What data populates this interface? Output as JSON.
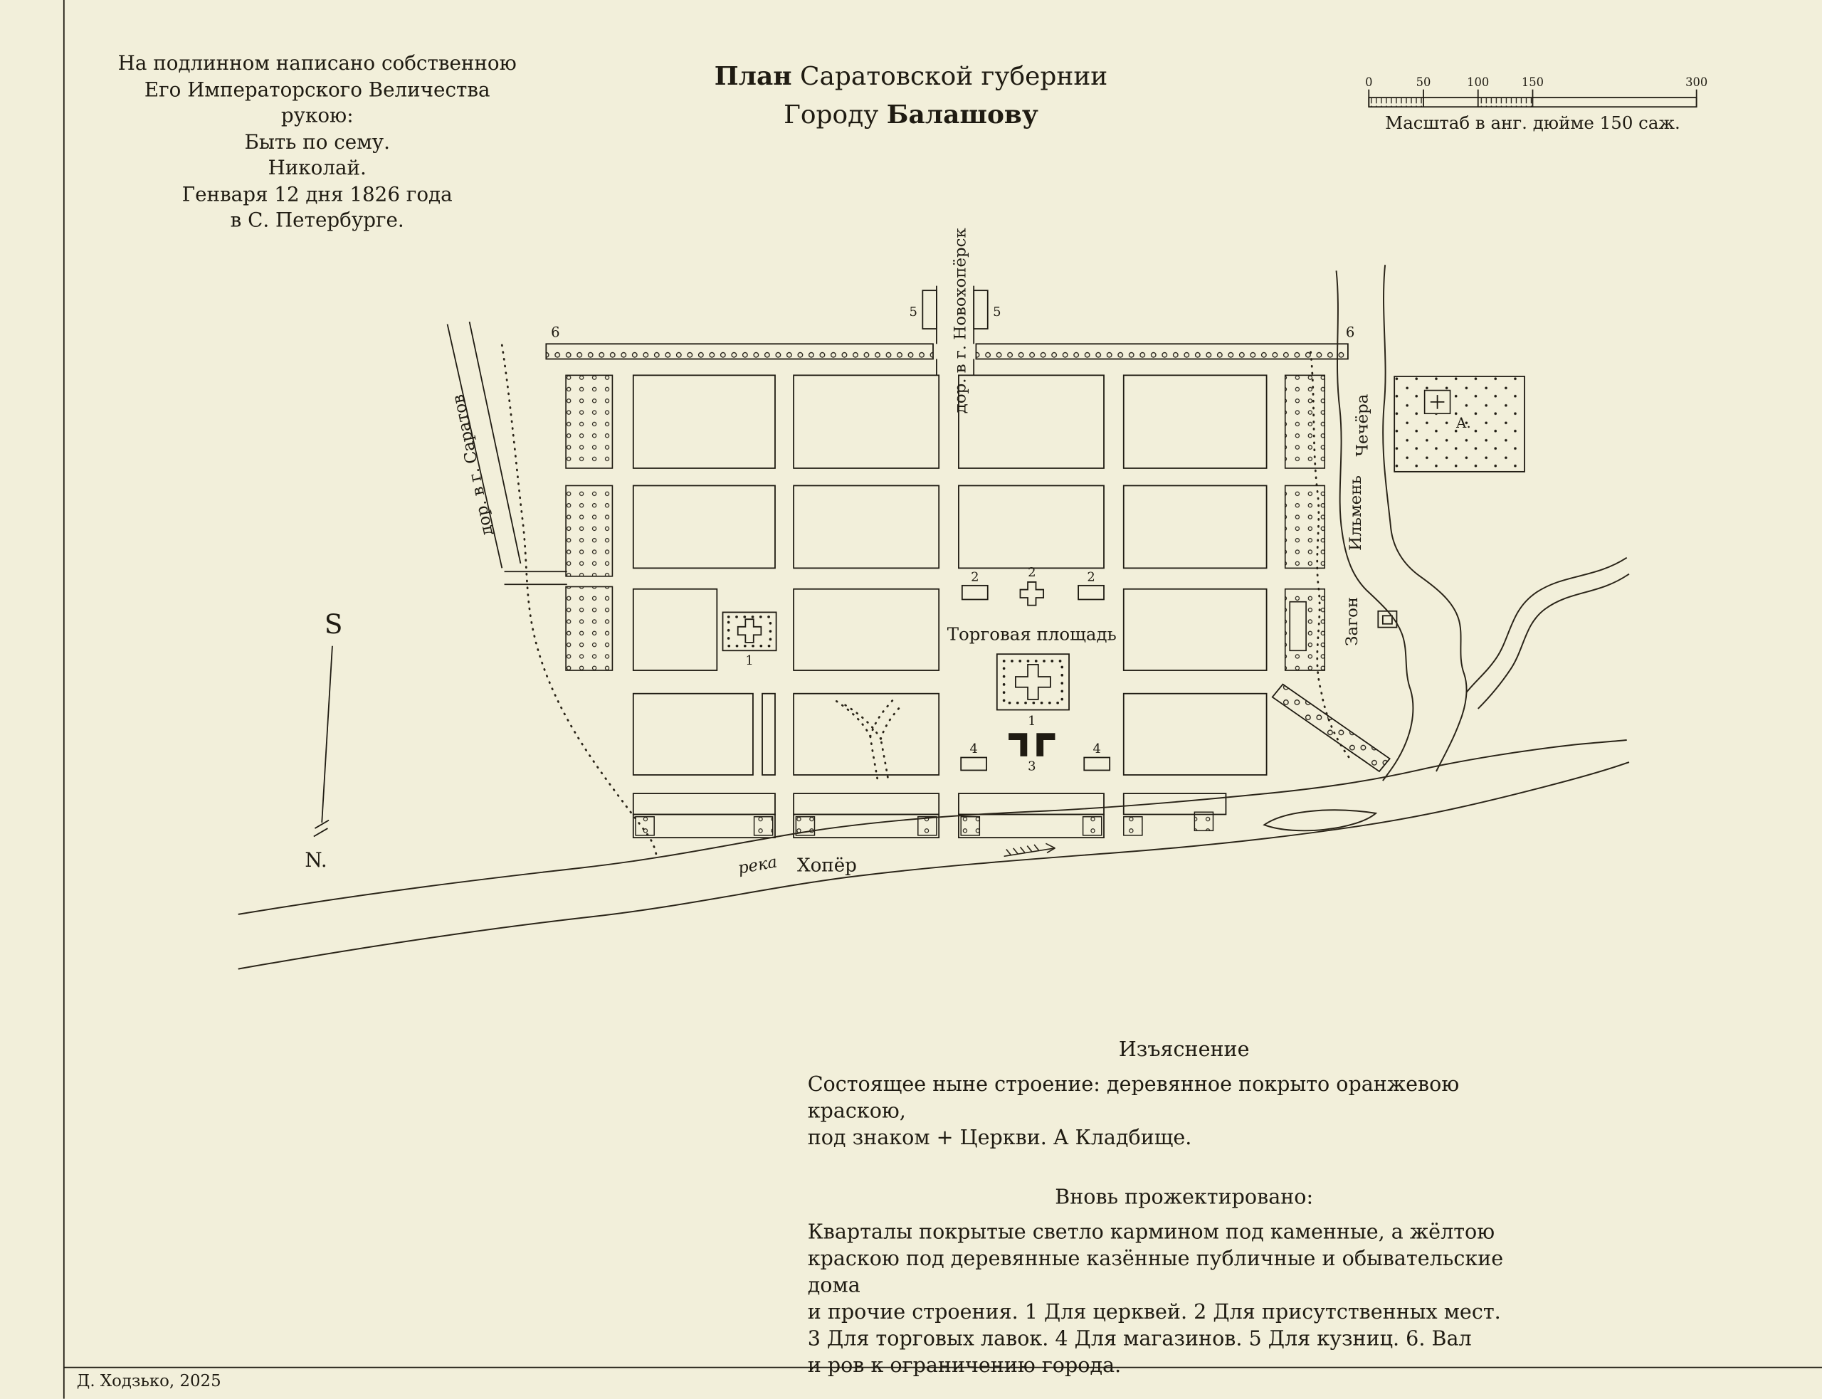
{
  "page": {
    "bg": "#f2efda",
    "ink": "#1f1b12",
    "credit": "Д. Ходзько, 2025"
  },
  "inscription": {
    "lines": [
      "На подлинном написано собственною",
      "Его Императорского Величества рукою:",
      "Быть по сему.",
      "Николай.",
      "Генваря 12 дня 1826 года",
      "в С. Петербурге."
    ]
  },
  "title": {
    "line1_bold": "План",
    "line1_rest": " Саратовской губернии",
    "line2_prefix": "Городу ",
    "line2_bold": "Балашову"
  },
  "scalebar": {
    "ticks": [
      "0",
      "50",
      "100",
      "150",
      "300"
    ],
    "caption": "Масштаб в анг. дюйме 150 саж."
  },
  "map": {
    "roads": {
      "saratov": "дор. в г. Саратов",
      "novokhopersk": "дор. в г. Новохопёрск"
    },
    "rivers": {
      "khoper_word1": "река",
      "khoper_word2": "Хопёр",
      "chechera": "Чечёра",
      "ilmen": "Ильмень",
      "zagon": "Загон"
    },
    "square_label": "Торговая площадь",
    "cemetery_label": "А.",
    "compass": {
      "south": "S",
      "north": "N."
    },
    "numbers": {
      "n1": "1",
      "n2": "2",
      "n3": "3",
      "n4": "4",
      "n5": "5",
      "n6": "6"
    }
  },
  "legend": {
    "heading1": "Изъяснение",
    "para1_lines": [
      "Состоящее ныне строение: деревянное покрыто оранжевою краскою,",
      "под знаком + Церкви. А Кладбище."
    ],
    "heading2": "Вновь прожектировано:",
    "para2_lines": [
      "Кварталы покрытые светло кармином под каменные, а жёлтою",
      "краскою под деревянные казённые публичные и обывательские дома",
      "и прочие строения. 1 Для церквей. 2 Для присутственных мест.",
      "3 Для торговых лавок. 4 Для магазинов. 5 Для кузниц. 6. Вал",
      "и ров к ограничению города."
    ]
  }
}
